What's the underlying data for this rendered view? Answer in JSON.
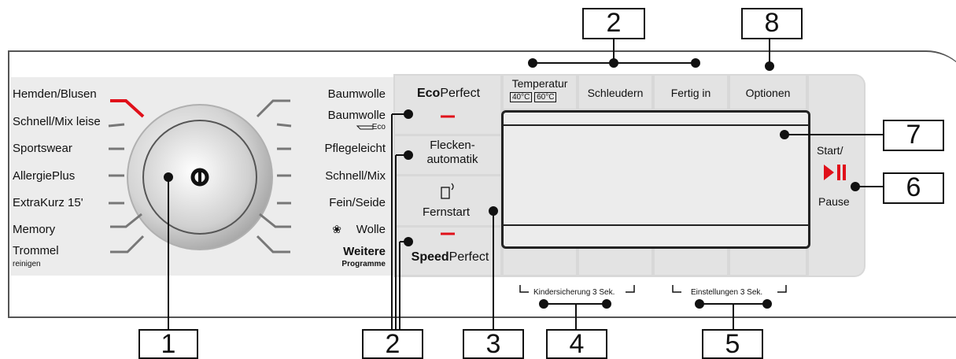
{
  "programs_left": [
    "Hemden/Blusen",
    "Schnell/Mix leise",
    "Sportswear",
    "AllergiePlus",
    "ExtraKurz 15'",
    "Memory",
    "Trommel"
  ],
  "programs_left_sub": "reinigen",
  "programs_right": [
    "Baumwolle",
    "Baumwolle",
    "Pflegeleicht",
    "Schnell/Mix",
    "Fein/Seide",
    "Wolle"
  ],
  "programs_right_eco": "Eco",
  "weitere": {
    "line1": "Weitere",
    "line2": "Programme"
  },
  "buttons": {
    "eco_bold": "Eco",
    "eco_rest": "Perfect",
    "flecken_1": "Flecken-",
    "flecken_2": "automatik",
    "fernstart": "Fernstart",
    "speed_bold": "Speed",
    "speed_rest": "Perfect"
  },
  "top_row": {
    "temperatur": "Temperatur",
    "temp_40": "40°C",
    "temp_60": "60°C",
    "schleudern": "Schleudern",
    "fertig_in": "Fertig in",
    "optionen": "Optionen"
  },
  "start_pause": {
    "start": "Start/",
    "pause": "Pause"
  },
  "hints": {
    "kindersicherung": "Kindersicherung  3 Sek.",
    "einstellungen": "Einstellungen 3 Sek."
  },
  "callouts": {
    "c1": "1",
    "c2_top": "2",
    "c2_bottom": "2",
    "c3": "3",
    "c4": "4",
    "c5": "5",
    "c6": "6",
    "c7": "7",
    "c8": "8"
  },
  "colors": {
    "accent": "#e0101a",
    "panel": "#d8d8d8",
    "strip": "#ececec"
  }
}
